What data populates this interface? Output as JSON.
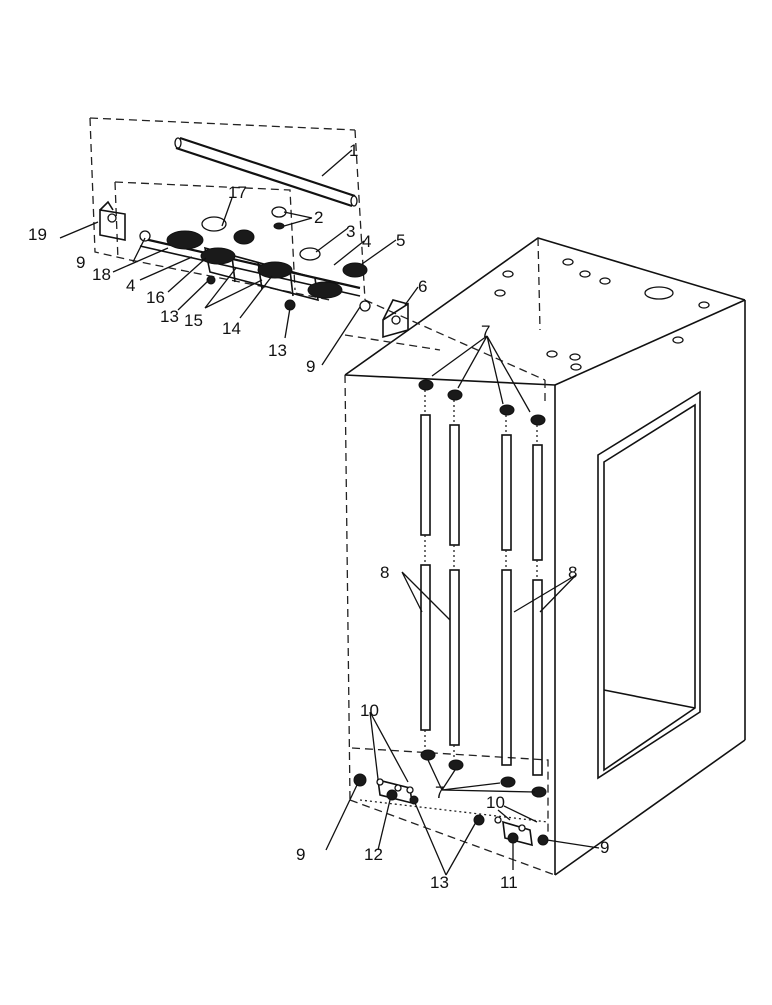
{
  "callouts": [
    {
      "id": "c1",
      "text": "1"
    },
    {
      "id": "c2",
      "text": "2"
    },
    {
      "id": "c3",
      "text": "3"
    },
    {
      "id": "c4a",
      "text": "4"
    },
    {
      "id": "c5",
      "text": "5"
    },
    {
      "id": "c6",
      "text": "6"
    },
    {
      "id": "c7a",
      "text": "7"
    },
    {
      "id": "c8a",
      "text": "8"
    },
    {
      "id": "c8b",
      "text": "8"
    },
    {
      "id": "c9a",
      "text": "9"
    },
    {
      "id": "c9b",
      "text": "9"
    },
    {
      "id": "c9c",
      "text": "9"
    },
    {
      "id": "c9d",
      "text": "9"
    },
    {
      "id": "c10a",
      "text": "10"
    },
    {
      "id": "c10b",
      "text": "10"
    },
    {
      "id": "c11",
      "text": "11"
    },
    {
      "id": "c12",
      "text": "12"
    },
    {
      "id": "c13a",
      "text": "13"
    },
    {
      "id": "c13b",
      "text": "13"
    },
    {
      "id": "c13c",
      "text": "13"
    },
    {
      "id": "c14",
      "text": "14"
    },
    {
      "id": "c15",
      "text": "15"
    },
    {
      "id": "c16",
      "text": "16"
    },
    {
      "id": "c17",
      "text": "17"
    },
    {
      "id": "c18",
      "text": "18"
    },
    {
      "id": "c19",
      "text": "19"
    },
    {
      "id": "c4b",
      "text": "4"
    },
    {
      "id": "c7b",
      "text": "7"
    }
  ]
}
